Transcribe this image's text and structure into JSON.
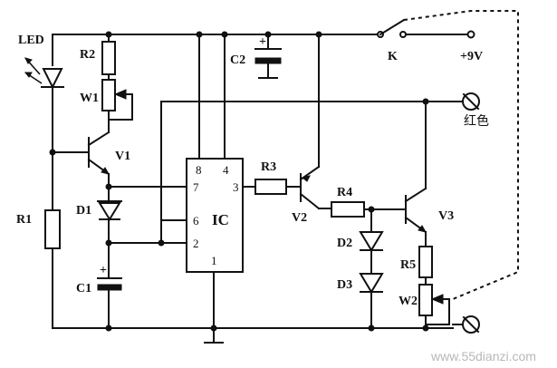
{
  "labels": {
    "led": "LED",
    "r1": "R1",
    "r2": "R2",
    "r3": "R3",
    "r4": "R4",
    "r5": "R5",
    "w1": "W1",
    "w2": "W2",
    "v1": "V1",
    "v2": "V2",
    "v3": "V3",
    "d1": "D1",
    "d2": "D2",
    "d3": "D3",
    "c1": "C1",
    "c2": "C2",
    "k": "K",
    "supply": "+9V",
    "red_probe": "红色",
    "ic": "IC"
  },
  "ic_pins": {
    "p8": "8",
    "p4": "4",
    "p7": "7",
    "p3": "3",
    "p6": "6",
    "p2": "2",
    "p1": "1"
  },
  "polarity": {
    "c1_plus": "+",
    "c2_plus": "+"
  },
  "watermark": "www.55dianzi.com"
}
